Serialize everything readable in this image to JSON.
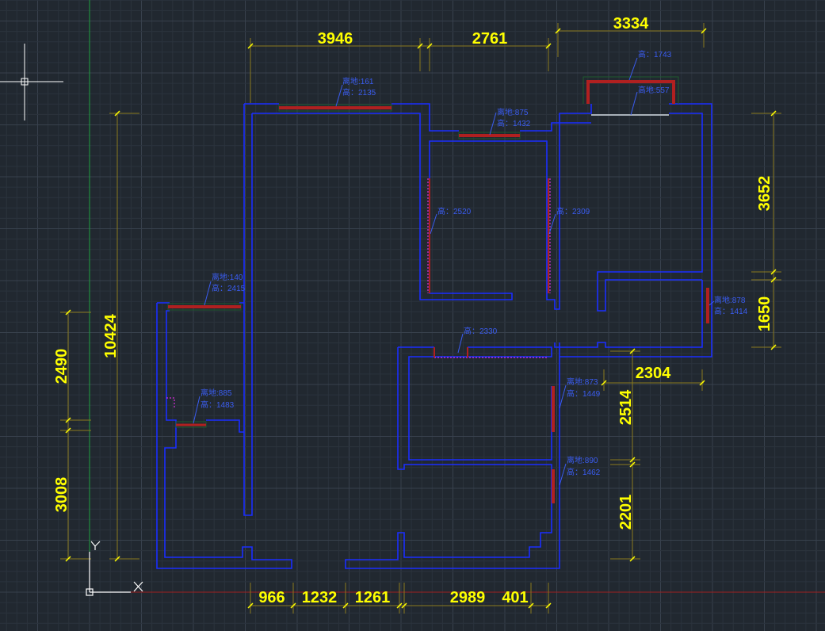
{
  "colors": {
    "background": "#212830",
    "grid_minor": "#2b333d",
    "grid_major": "#38414d",
    "wall": "#1a2eff",
    "dimension_line": "#8a7a1e",
    "dimension_text": "#ffff00",
    "annotation": "#3a5cf0",
    "window_red": "#b02020",
    "window_green": "#1e5a2e",
    "door_magenta": "#ff30ff",
    "axis_x": "#a02020",
    "axis_y": "#20a040",
    "cursor": "#ffffff"
  },
  "dimensions": {
    "top": [
      "3946",
      "2761",
      "3334"
    ],
    "bottom": [
      "966",
      "1232",
      "1261",
      "2989",
      "401"
    ],
    "left_overall": "10424",
    "left_upper": "2490",
    "left_lower": "3008",
    "right_upper": "3652",
    "right_lower": "1650",
    "inner_horizontal": "2304",
    "inner_upper": "2514",
    "inner_lower": "2201"
  },
  "annotations": [
    {
      "line1": "离地:161",
      "line2": "高：2135"
    },
    {
      "line1": "离地:875",
      "line2": "高：1432"
    },
    {
      "line1": "高：1743",
      "line2": ""
    },
    {
      "line1": "高地:557",
      "line2": ""
    },
    {
      "line1": "高：2520",
      "line2": ""
    },
    {
      "line1": "高：2309",
      "line2": ""
    },
    {
      "line1": "离地:140",
      "line2": "高：2415"
    },
    {
      "line1": "离地:878",
      "line2": "高：1414"
    },
    {
      "line1": "高：2330",
      "line2": ""
    },
    {
      "line1": "离地:885",
      "line2": "高：1483"
    },
    {
      "line1": "离地:873",
      "line2": "高：1449"
    },
    {
      "line1": "离地:890",
      "line2": "高：1462"
    }
  ],
  "ucs": {
    "x_label": "X",
    "y_label": "Y"
  }
}
